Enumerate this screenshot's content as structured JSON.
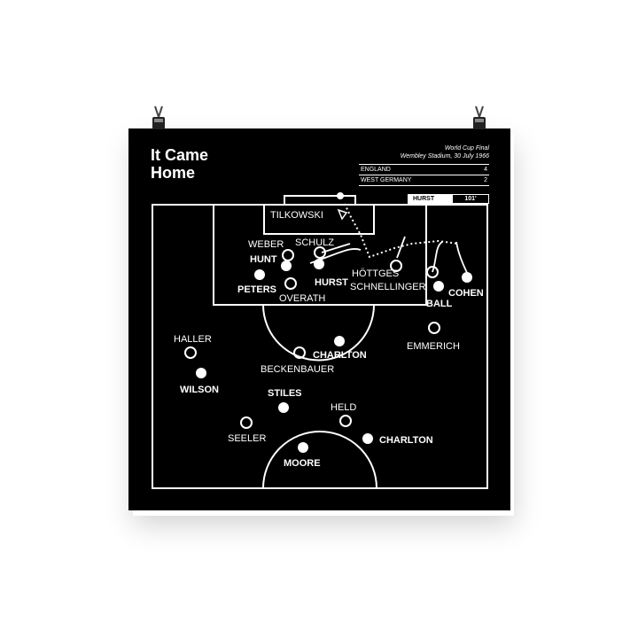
{
  "poster": {
    "title_line1": "It Came",
    "title_line2": "Home",
    "competition": "World Cup Final",
    "venue_date": "Wembley Stadium, 30 July 1966",
    "teams": [
      {
        "name": "ENGLAND",
        "score": "4"
      },
      {
        "name": "WEST GERMANY",
        "score": "2"
      }
    ],
    "scorer": {
      "name": "HURST",
      "minute": "101'"
    }
  },
  "players": {
    "tilkowski": "TILKOWSKI",
    "weber": "WEBER",
    "schulz": "SCHULZ",
    "hunt": "HUNT",
    "hurst": "HURST",
    "peters": "PETERS",
    "overath": "OVERATH",
    "hottges": "HÖTTGES",
    "schnellinger": "SCHNELLINGER",
    "ball": "BALL",
    "cohen": "COHEN",
    "emmerich": "EMMERICH",
    "haller": "HALLER",
    "wilson": "WILSON",
    "charlton_b": "CHARLTON",
    "beckenbauer": "BECKENBAUER",
    "stiles": "STILES",
    "held": "HELD",
    "seeler": "SEELER",
    "moore": "MOORE",
    "charlton_j": "CHARLTON"
  },
  "colors": {
    "background": "#000000",
    "lines": "#ffffff",
    "wall": "#ffffff"
  },
  "icons": {
    "clip": "binder-clip-icon",
    "ball": "football-icon"
  }
}
